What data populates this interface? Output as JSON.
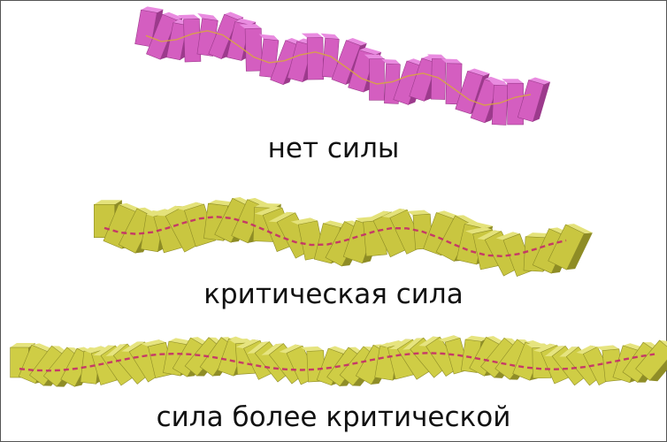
{
  "figure": {
    "panels": [
      {
        "caption": "нет силы",
        "fill": "#d45ec0",
        "fill_dark": "#9c3a8c",
        "fill_light": "#e98be0",
        "backbone_color": "#d9a441",
        "block_style": "tall-prisms"
      },
      {
        "caption": "критическая сила",
        "fill": "#c9c640",
        "fill_dark": "#8e8c25",
        "fill_light": "#e4e27a",
        "backbone_color": "#c42a6a",
        "block_style": "twisted-slabs"
      },
      {
        "caption": "сила более критической",
        "fill": "#cfcd45",
        "fill_dark": "#8f8d27",
        "fill_light": "#e6e47f",
        "backbone_color": "#c42a6a",
        "block_style": "stretched-slabs"
      }
    ]
  }
}
